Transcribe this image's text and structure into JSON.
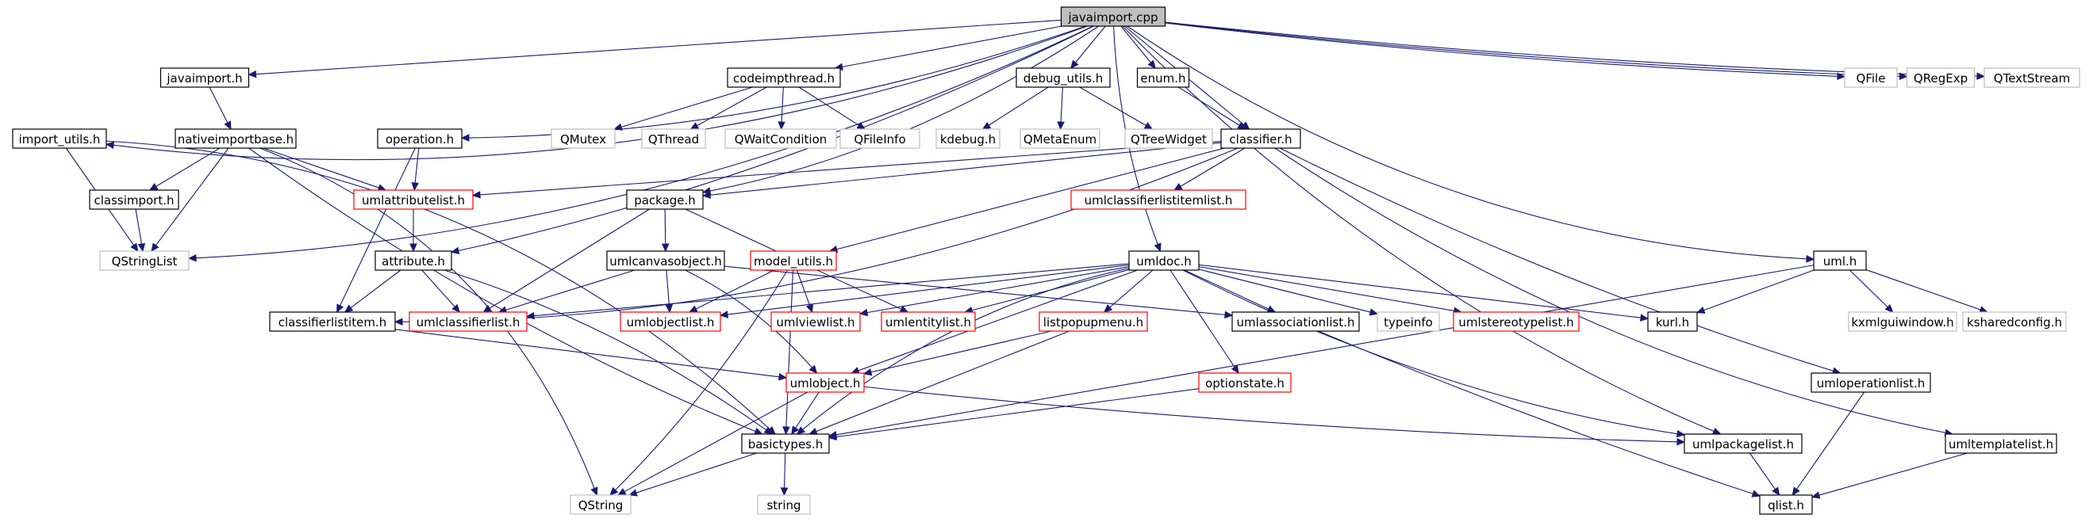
{
  "title": "javaimport.cpp",
  "colors": {
    "edge": "#191970",
    "root_fill": "#bfbfbf",
    "normal_border": "#000000",
    "external_border": "#bfbfbf",
    "undocumented_border": "#ff0000",
    "external_text": "#7f7f7f"
  },
  "nodes": [
    {
      "id": "javaimport_cpp",
      "label": "javaimport.cpp",
      "kind": "root"
    },
    {
      "id": "javaimport_h",
      "label": "javaimport.h",
      "kind": "normal"
    },
    {
      "id": "codeimpthread_h",
      "label": "codeimpthread.h",
      "kind": "normal"
    },
    {
      "id": "debug_utils_h",
      "label": "debug_utils.h",
      "kind": "normal"
    },
    {
      "id": "enum_h",
      "label": "enum.h",
      "kind": "normal"
    },
    {
      "id": "QFile",
      "label": "QFile",
      "kind": "external"
    },
    {
      "id": "QRegExp",
      "label": "QRegExp",
      "kind": "external"
    },
    {
      "id": "QTextStream",
      "label": "QTextStream",
      "kind": "external"
    },
    {
      "id": "import_utils_h",
      "label": "import_utils.h",
      "kind": "normal"
    },
    {
      "id": "nativeimportbase_h",
      "label": "nativeimportbase.h",
      "kind": "normal"
    },
    {
      "id": "operation_h",
      "label": "operation.h",
      "kind": "normal"
    },
    {
      "id": "QMutex",
      "label": "QMutex",
      "kind": "external"
    },
    {
      "id": "QThread",
      "label": "QThread",
      "kind": "external"
    },
    {
      "id": "QWaitCondition",
      "label": "QWaitCondition",
      "kind": "external"
    },
    {
      "id": "QFileInfo",
      "label": "QFileInfo",
      "kind": "external"
    },
    {
      "id": "kdebug_h",
      "label": "kdebug.h",
      "kind": "external"
    },
    {
      "id": "QMetaEnum",
      "label": "QMetaEnum",
      "kind": "external"
    },
    {
      "id": "QTreeWidget",
      "label": "QTreeWidget",
      "kind": "external"
    },
    {
      "id": "classifier_h",
      "label": "classifier.h",
      "kind": "normal"
    },
    {
      "id": "classimport_h",
      "label": "classimport.h",
      "kind": "normal"
    },
    {
      "id": "umlattributelist_h",
      "label": "umlattributelist.h",
      "kind": "undocumented"
    },
    {
      "id": "package_h",
      "label": "package.h",
      "kind": "normal"
    },
    {
      "id": "umlclassifierlistitemlist_h",
      "label": "umlclassifierlistitemlist.h",
      "kind": "undocumented"
    },
    {
      "id": "QStringList",
      "label": "QStringList",
      "kind": "external"
    },
    {
      "id": "attribute_h",
      "label": "attribute.h",
      "kind": "normal"
    },
    {
      "id": "umlcanvasobject_h",
      "label": "umlcanvasobject.h",
      "kind": "normal"
    },
    {
      "id": "model_utils_h",
      "label": "model_utils.h",
      "kind": "undocumented"
    },
    {
      "id": "umldoc_h",
      "label": "umldoc.h",
      "kind": "normal"
    },
    {
      "id": "uml_h",
      "label": "uml.h",
      "kind": "normal"
    },
    {
      "id": "classifierlistitem_h",
      "label": "classifierlistitem.h",
      "kind": "normal"
    },
    {
      "id": "umlclassifierlist_h",
      "label": "umlclassifierlist.h",
      "kind": "undocumented"
    },
    {
      "id": "umlobjectlist_h",
      "label": "umlobjectlist.h",
      "kind": "undocumented"
    },
    {
      "id": "umlviewlist_h",
      "label": "umlviewlist.h",
      "kind": "undocumented"
    },
    {
      "id": "umlentitylist_h",
      "label": "umlentitylist.h",
      "kind": "undocumented"
    },
    {
      "id": "umlassociationlist_h",
      "label": "umlassociationlist.h",
      "kind": "normal"
    },
    {
      "id": "typeinfo",
      "label": "typeinfo",
      "kind": "external"
    },
    {
      "id": "umlstereotypelist_h",
      "label": "umlstereotypelist.h",
      "kind": "undocumented"
    },
    {
      "id": "kurl_h",
      "label": "kurl.h",
      "kind": "normal"
    },
    {
      "id": "kxmlguiwindow_h",
      "label": "kxmlguiwindow.h",
      "kind": "external"
    },
    {
      "id": "ksharedconfig_h",
      "label": "ksharedconfig.h",
      "kind": "external"
    },
    {
      "id": "listpopupmenu_h",
      "label": "listpopupmenu.h",
      "kind": "undocumented"
    },
    {
      "id": "umlobject_h",
      "label": "umlobject.h",
      "kind": "undocumented"
    },
    {
      "id": "optionstate_h",
      "label": "optionstate.h",
      "kind": "undocumented"
    },
    {
      "id": "umloperationlist_h",
      "label": "umloperationlist.h",
      "kind": "normal"
    },
    {
      "id": "basictypes_h",
      "label": "basictypes.h",
      "kind": "normal"
    },
    {
      "id": "umlpackagelist_h",
      "label": "umlpackagelist.h",
      "kind": "normal"
    },
    {
      "id": "umltemplatelist_h",
      "label": "umltemplatelist.h",
      "kind": "normal"
    },
    {
      "id": "QString",
      "label": "QString",
      "kind": "external"
    },
    {
      "id": "string",
      "label": "string",
      "kind": "external"
    },
    {
      "id": "qlist_h",
      "label": "qlist.h",
      "kind": "normal"
    }
  ],
  "edges": [
    [
      "javaimport_cpp",
      "javaimport_h"
    ],
    [
      "javaimport_cpp",
      "codeimpthread_h"
    ],
    [
      "javaimport_cpp",
      "debug_utils_h"
    ],
    [
      "javaimport_cpp",
      "enum_h"
    ],
    [
      "javaimport_cpp",
      "QFile"
    ],
    [
      "javaimport_cpp",
      "QRegExp"
    ],
    [
      "javaimport_cpp",
      "QTextStream"
    ],
    [
      "javaimport_cpp",
      "import_utils_h"
    ],
    [
      "javaimport_cpp",
      "operation_h"
    ],
    [
      "javaimport_cpp",
      "classifier_h"
    ],
    [
      "javaimport_cpp",
      "package_h"
    ],
    [
      "javaimport_cpp",
      "QStringList"
    ],
    [
      "javaimport_cpp",
      "attribute_h"
    ],
    [
      "javaimport_cpp",
      "umldoc_h"
    ],
    [
      "javaimport_cpp",
      "uml_h"
    ],
    [
      "javaimport_cpp",
      "umlpackagelist_h"
    ],
    [
      "javaimport_h",
      "nativeimportbase_h"
    ],
    [
      "nativeimportbase_h",
      "QStringList"
    ],
    [
      "nativeimportbase_h",
      "classimport_h"
    ],
    [
      "nativeimportbase_h",
      "basictypes_h"
    ],
    [
      "nativeimportbase_h",
      "QString"
    ],
    [
      "nativeimportbase_h",
      "umlattributelist_h"
    ],
    [
      "import_utils_h",
      "QStringList"
    ],
    [
      "import_utils_h",
      "basictypes_h"
    ],
    [
      "classimport_h",
      "QStringList"
    ],
    [
      "codeimpthread_h",
      "QMutex"
    ],
    [
      "codeimpthread_h",
      "QThread"
    ],
    [
      "codeimpthread_h",
      "QWaitCondition"
    ],
    [
      "codeimpthread_h",
      "QFileInfo"
    ],
    [
      "debug_utils_h",
      "kdebug_h"
    ],
    [
      "debug_utils_h",
      "QMetaEnum"
    ],
    [
      "debug_utils_h",
      "QTreeWidget"
    ],
    [
      "enum_h",
      "classifier_h"
    ],
    [
      "operation_h",
      "umlattributelist_h"
    ],
    [
      "operation_h",
      "classifierlistitem_h"
    ],
    [
      "umlattributelist_h",
      "attribute_h"
    ],
    [
      "attribute_h",
      "classifierlistitem_h"
    ],
    [
      "attribute_h",
      "umlclassifierlist_h"
    ],
    [
      "attribute_h",
      "basictypes_h"
    ],
    [
      "classifier_h",
      "umlattributelist_h"
    ],
    [
      "classifier_h",
      "package_h"
    ],
    [
      "classifier_h",
      "umlclassifierlistitemlist_h"
    ],
    [
      "classifier_h",
      "model_utils_h"
    ],
    [
      "classifier_h",
      "classifierlistitem_h"
    ],
    [
      "classifier_h",
      "umloperationlist_h"
    ],
    [
      "classifier_h",
      "umltemplatelist_h"
    ],
    [
      "package_h",
      "umlcanvasobject_h"
    ],
    [
      "package_h",
      "umlclassifierlist_h"
    ],
    [
      "package_h",
      "umlentitylist_h"
    ],
    [
      "umlcanvasobject_h",
      "umlclassifierlist_h"
    ],
    [
      "umlcanvasobject_h",
      "umlobjectlist_h"
    ],
    [
      "umlcanvasobject_h",
      "umlassociationlist_h"
    ],
    [
      "umlcanvasobject_h",
      "umlobject_h"
    ],
    [
      "model_utils_h",
      "umlobjectlist_h"
    ],
    [
      "model_utils_h",
      "umlviewlist_h"
    ],
    [
      "model_utils_h",
      "basictypes_h"
    ],
    [
      "model_utils_h",
      "QString"
    ],
    [
      "umldoc_h",
      "umlclassifierlist_h"
    ],
    [
      "umldoc_h",
      "umlobjectlist_h"
    ],
    [
      "umldoc_h",
      "umlviewlist_h"
    ],
    [
      "umldoc_h",
      "umlentitylist_h"
    ],
    [
      "umldoc_h",
      "umlassociationlist_h"
    ],
    [
      "umldoc_h",
      "typeinfo"
    ],
    [
      "umldoc_h",
      "umlstereotypelist_h"
    ],
    [
      "umldoc_h",
      "kurl_h"
    ],
    [
      "umldoc_h",
      "listpopupmenu_h"
    ],
    [
      "umldoc_h",
      "umlobject_h"
    ],
    [
      "umldoc_h",
      "optionstate_h"
    ],
    [
      "umldoc_h",
      "basictypes_h"
    ],
    [
      "umldoc_h",
      "umlpackagelist_h"
    ],
    [
      "uml_h",
      "kurl_h"
    ],
    [
      "uml_h",
      "kxmlguiwindow_h"
    ],
    [
      "uml_h",
      "ksharedconfig_h"
    ],
    [
      "uml_h",
      "basictypes_h"
    ],
    [
      "classifierlistitem_h",
      "umlobject_h"
    ],
    [
      "listpopupmenu_h",
      "umlobject_h"
    ],
    [
      "listpopupmenu_h",
      "basictypes_h"
    ],
    [
      "umlobject_h",
      "basictypes_h"
    ],
    [
      "umlobject_h",
      "umlpackagelist_h"
    ],
    [
      "umlobject_h",
      "QString"
    ],
    [
      "optionstate_h",
      "basictypes_h"
    ],
    [
      "umlassociationlist_h",
      "qlist_h"
    ],
    [
      "umloperationlist_h",
      "qlist_h"
    ],
    [
      "umlpackagelist_h",
      "qlist_h"
    ],
    [
      "umltemplatelist_h",
      "qlist_h"
    ],
    [
      "basictypes_h",
      "QString"
    ],
    [
      "basictypes_h",
      "string"
    ]
  ]
}
